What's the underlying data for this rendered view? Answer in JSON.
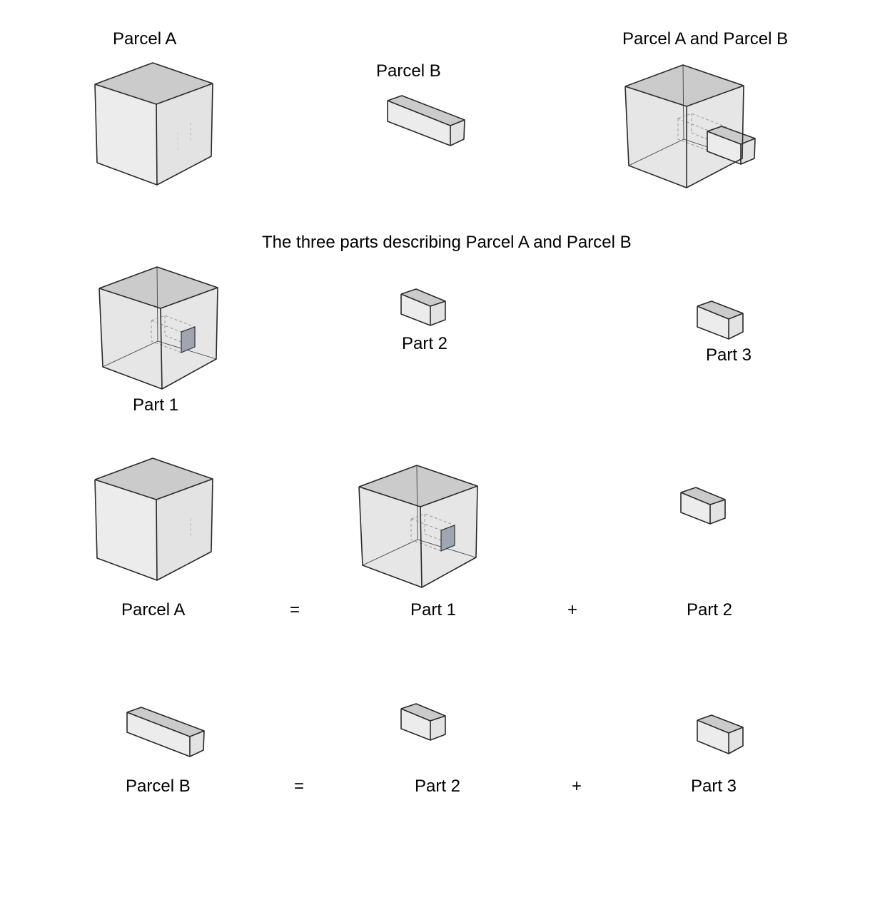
{
  "labels": {
    "parcel_a_top": "Parcel A",
    "parcel_b_top": "Parcel B",
    "parcel_ab_top": "Parcel A and Parcel B",
    "section_title": "The three parts describing Parcel A and Parcel B",
    "part1": "Part 1",
    "part2": "Part 2",
    "part3": "Part 3"
  },
  "equation_a": {
    "lhs": "Parcel A",
    "eq": "=",
    "term1": "Part 1",
    "plus": "+",
    "term2": "Part 2"
  },
  "equation_b": {
    "lhs": "Parcel B",
    "eq": "=",
    "term1": "Part 2",
    "plus": "+",
    "term2": "Part 3"
  }
}
